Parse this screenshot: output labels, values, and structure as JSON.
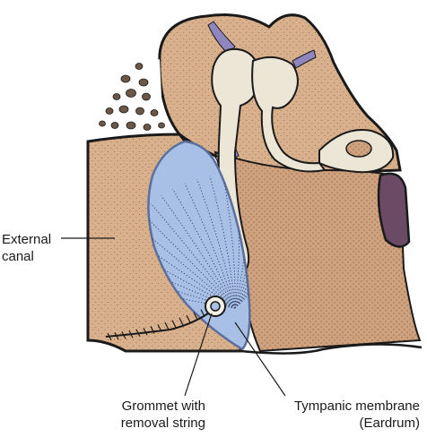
{
  "labels": {
    "external_canal": "External\ncanal",
    "grommet": "Grommet with\nremoval string",
    "tympanic_membrane": "Tympanic membrane\n(Eardrum)"
  },
  "colors": {
    "tissue": "#d9b08c",
    "tissue_dark": "#c79c77",
    "bone": "#ece6d6",
    "membrane": "#a8bfe6",
    "membrane_edge": "#5c6f9c",
    "outline": "#1a1a1a",
    "ligament": "#8f86bf",
    "cochlear_window": "#6b4a66"
  }
}
